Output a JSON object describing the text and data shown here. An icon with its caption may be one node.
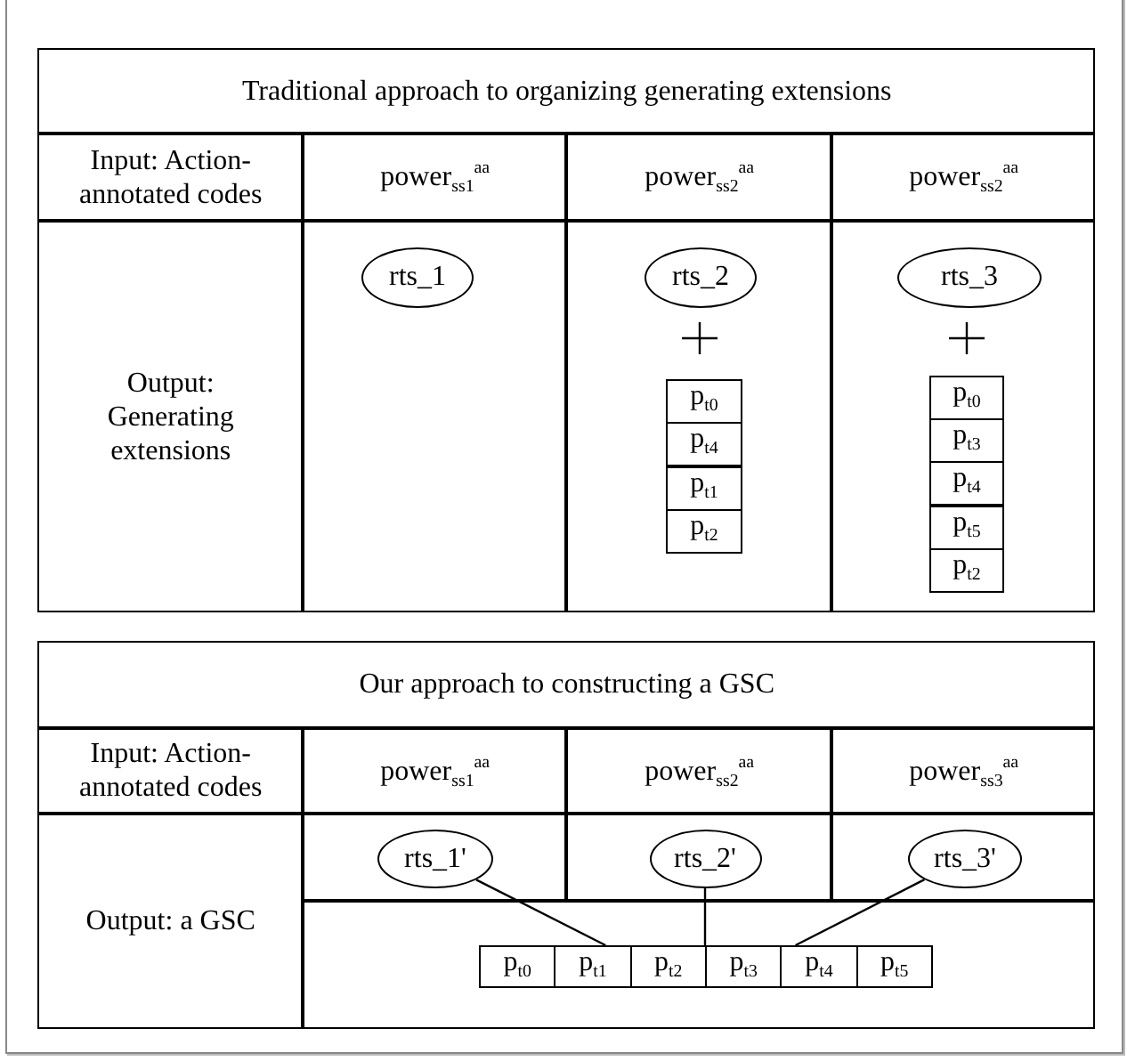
{
  "diagram": {
    "nodes": [
      {
        "text": [
          "rts_1"
        ]
      },
      {
        "text": [
          "rts_2"
        ]
      },
      {
        "text": [
          "rts_3"
        ]
      },
      {
        "text": [
          "p$_{t0}$"
        ]
      },
      {
        "text": [
          "p$_{t4}$"
        ]
      },
      {
        "text": [
          "p$_{t1}$"
        ]
      },
      {
        "text": [
          "p$_{t2}$"
        ]
      },
      {
        "text": [
          "p$_{t0}$"
        ]
      },
      {
        "text": [
          "p$_{t3}$"
        ]
      },
      {
        "text": [
          "p$_{t4}$"
        ]
      },
      {
        "text": [
          "p$_{t5}$"
        ]
      },
      {
        "text": [
          "p$_{t2}$"
        ]
      },
      {
        "text": [
          "rts_1'"
        ]
      },
      {
        "text": [
          "rts_2'"
        ]
      },
      {
        "text": [
          "rts_3'"
        ]
      },
      {
        "text": [],
        "shape": "box"
      },
      {
        "text": [
          "p$_{t0}$"
        ],
        "in": 15
      },
      {
        "text": [
          "p$_{t1}$"
        ],
        "in": 15
      },
      {
        "text": [
          "p$_{t2}$"
        ],
        "in": 15
      },
      {
        "text": [
          "p$_{t3}$"
        ],
        "in": 15
      },
      {
        "text": [
          "p$_{t4}$"
        ],
        "in": 15
      },
      {
        "text": [
          "p$_{t5}$"
        ],
        "in": 15
      }
    ],
    "edges": [
      {
        "from": 12,
        "to": 15,
        "arrow": "none"
      },
      {
        "from": 13,
        "to": 15,
        "arrow": "none"
      },
      {
        "from": 14,
        "to": 15,
        "arrow": "none"
      }
    ],
    "labels": [
      "Traditional approach to organizing generating extensions",
      "Input: Action-annotated codes",
      "power$_{ss1}$$^{aa}$",
      "power$_{ss2}$$^{aa}$",
      "power$_{ss2}$$^{aa}$",
      "Output: Generating extensions",
      "Our approach to constructing a GSC",
      "Input: Action-annotated codes",
      "power$_{ss1}$$^{aa}$",
      "power$_{ss2}$$^{aa}$",
      "power$_{ss3}$$^{aa}$",
      "Output: a GSC"
    ]
  }
}
